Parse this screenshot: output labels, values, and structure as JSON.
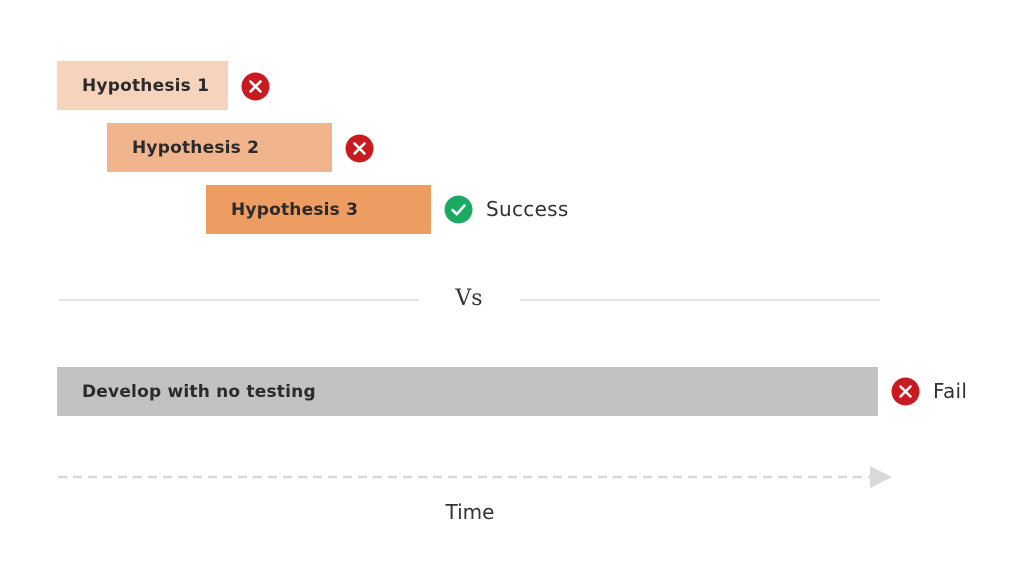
{
  "hypotheses": [
    {
      "label": "Hypothesis 1",
      "outcome": "fail",
      "color": "#f6d3bc",
      "status_text": ""
    },
    {
      "label": "Hypothesis 2",
      "outcome": "fail",
      "color": "#f1b58d",
      "status_text": ""
    },
    {
      "label": "Hypothesis 3",
      "outcome": "success",
      "color": "#ed9c62",
      "status_text": "Success"
    }
  ],
  "separator": {
    "label": "Vs"
  },
  "alternative": {
    "label": "Develop with no testing",
    "outcome": "fail",
    "color": "#c2c2c2",
    "status_text": "Fail"
  },
  "axis": {
    "label": "Time"
  },
  "icons": {
    "fail": "close-circle-icon",
    "success": "check-circle-icon"
  },
  "colors": {
    "fail": "#c81a1f",
    "success": "#1aaa64",
    "divider": "#e6e6e6",
    "arrow": "#d9d9d9"
  }
}
